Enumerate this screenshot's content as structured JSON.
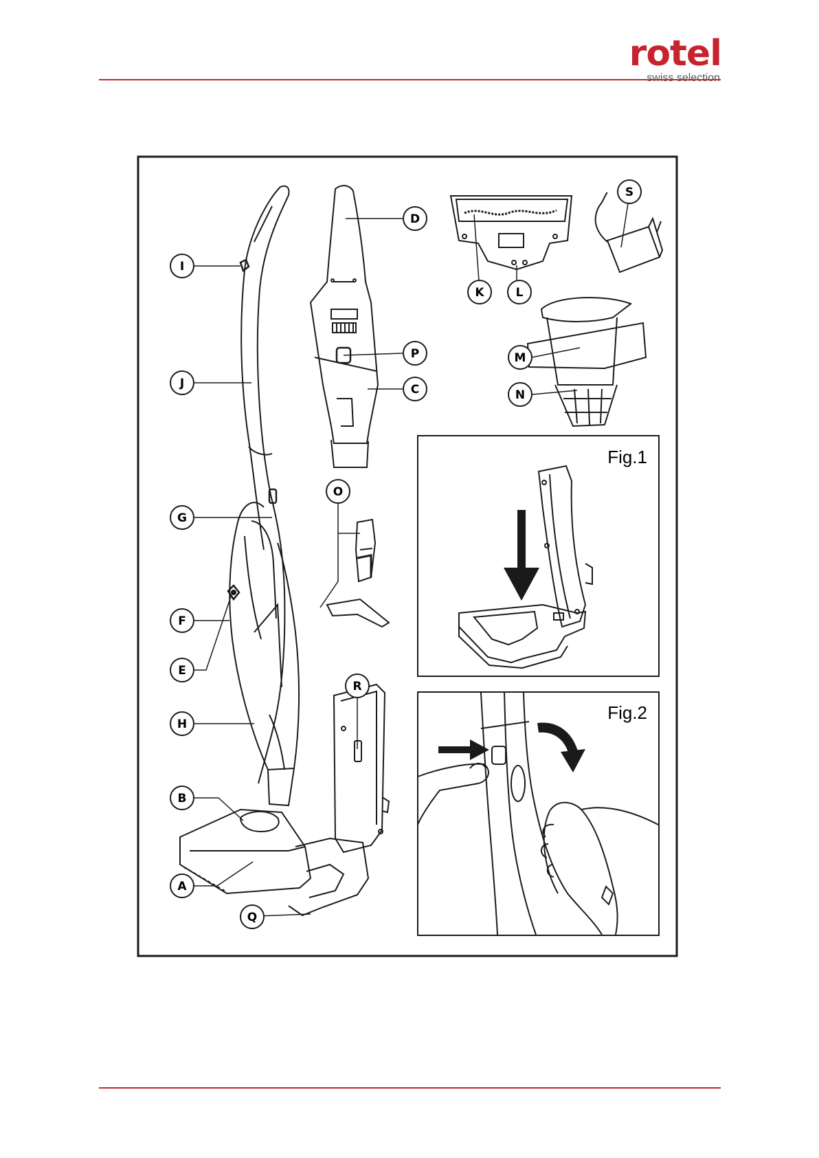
{
  "header": {
    "logo_word": "rotel",
    "logo_sub": "swiss selection"
  },
  "colors": {
    "brand": "#c7232e",
    "rule": "#c7232e",
    "line": "#1a1a1a"
  },
  "callouts": {
    "A": "A",
    "B": "B",
    "C": "C",
    "D": "D",
    "E": "E",
    "F": "F",
    "G": "G",
    "H": "H",
    "I": "I",
    "J": "J",
    "K": "K",
    "L": "L",
    "M": "M",
    "N": "N",
    "O": "O",
    "P": "P",
    "Q": "Q",
    "R": "R",
    "S": "S"
  },
  "figures": {
    "fig1": "Fig.1",
    "fig2": "Fig.2"
  }
}
